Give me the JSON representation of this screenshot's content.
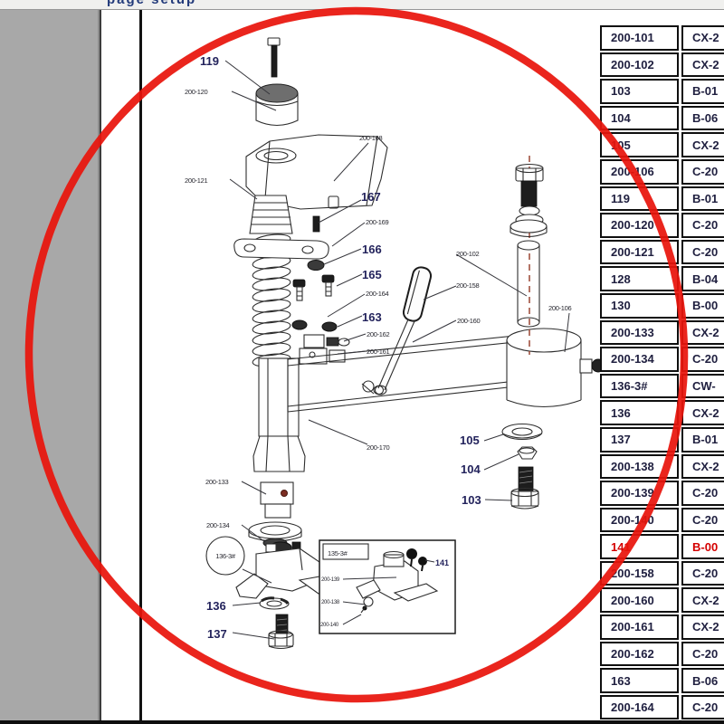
{
  "toolbar": {
    "clipped_text": "page setup"
  },
  "annotation": {
    "shape": "hand-drawn ellipse",
    "color": "#e8140c"
  },
  "diagram": {
    "labels": [
      "119",
      "200-120",
      "200-168",
      "200-121",
      "167",
      "200-169",
      "166",
      "165",
      "200-164",
      "163",
      "200-162",
      "200-161",
      "200-102",
      "200-158",
      "200-160",
      "200-106",
      "200-170",
      "105",
      "104",
      "103",
      "200-133",
      "200-134",
      "136-3#",
      "136",
      "137",
      "135-3#",
      "200-139",
      "200-138",
      "200-140",
      "141"
    ]
  },
  "table": {
    "highlighted_part": "141",
    "highlight_color": "#d40000",
    "rows": [
      {
        "part": "200-101",
        "code": "CX-2"
      },
      {
        "part": "200-102",
        "code": "CX-2"
      },
      {
        "part": "103",
        "code": "B-01"
      },
      {
        "part": "104",
        "code": "B-06"
      },
      {
        "part": "105",
        "code": "CX-2"
      },
      {
        "part": "200-106",
        "code": "C-20"
      },
      {
        "part": "119",
        "code": "B-01"
      },
      {
        "part": "200-120",
        "code": "C-20"
      },
      {
        "part": "200-121",
        "code": "C-20"
      },
      {
        "part": "128",
        "code": "B-04"
      },
      {
        "part": "130",
        "code": "B-00"
      },
      {
        "part": "200-133",
        "code": "CX-2"
      },
      {
        "part": "200-134",
        "code": "C-20"
      },
      {
        "part": "136-3#",
        "code": "CW-"
      },
      {
        "part": "136",
        "code": "CX-2"
      },
      {
        "part": "137",
        "code": "B-01"
      },
      {
        "part": "200-138",
        "code": "CX-2"
      },
      {
        "part": "200-139",
        "code": "C-20"
      },
      {
        "part": "200-140",
        "code": "C-20"
      },
      {
        "part": "141",
        "code": "B-00"
      },
      {
        "part": "200-158",
        "code": "C-20"
      },
      {
        "part": "200-160",
        "code": "CX-2"
      },
      {
        "part": "200-161",
        "code": "CX-2"
      },
      {
        "part": "200-162",
        "code": "C-20"
      },
      {
        "part": "163",
        "code": "B-06"
      },
      {
        "part": "200-164",
        "code": "C-20"
      }
    ]
  }
}
